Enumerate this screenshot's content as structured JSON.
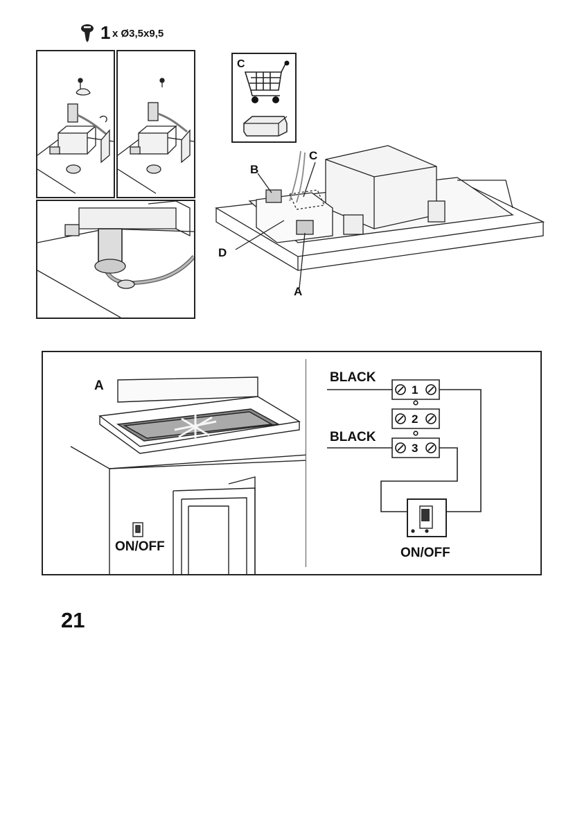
{
  "screw_spec": {
    "quantity": "1",
    "size": "x Ø3,5x9,5",
    "icon": "screw-icon"
  },
  "installation": {
    "label_a": "A",
    "label_b": "B",
    "label_c": "C",
    "label_d": "D",
    "legend_c": "C",
    "legend_icons": [
      "shopping-cart-icon",
      "light-diffuser-part"
    ]
  },
  "wiring": {
    "hood_label": "A",
    "switch_label_room": "ON/OFF",
    "switch_label_diagram": "ON/OFF",
    "wire_1_label": "BLACK",
    "wire_2_label": "BLACK",
    "terminals": [
      "1",
      "2",
      "3"
    ]
  },
  "page": {
    "number": "21"
  }
}
